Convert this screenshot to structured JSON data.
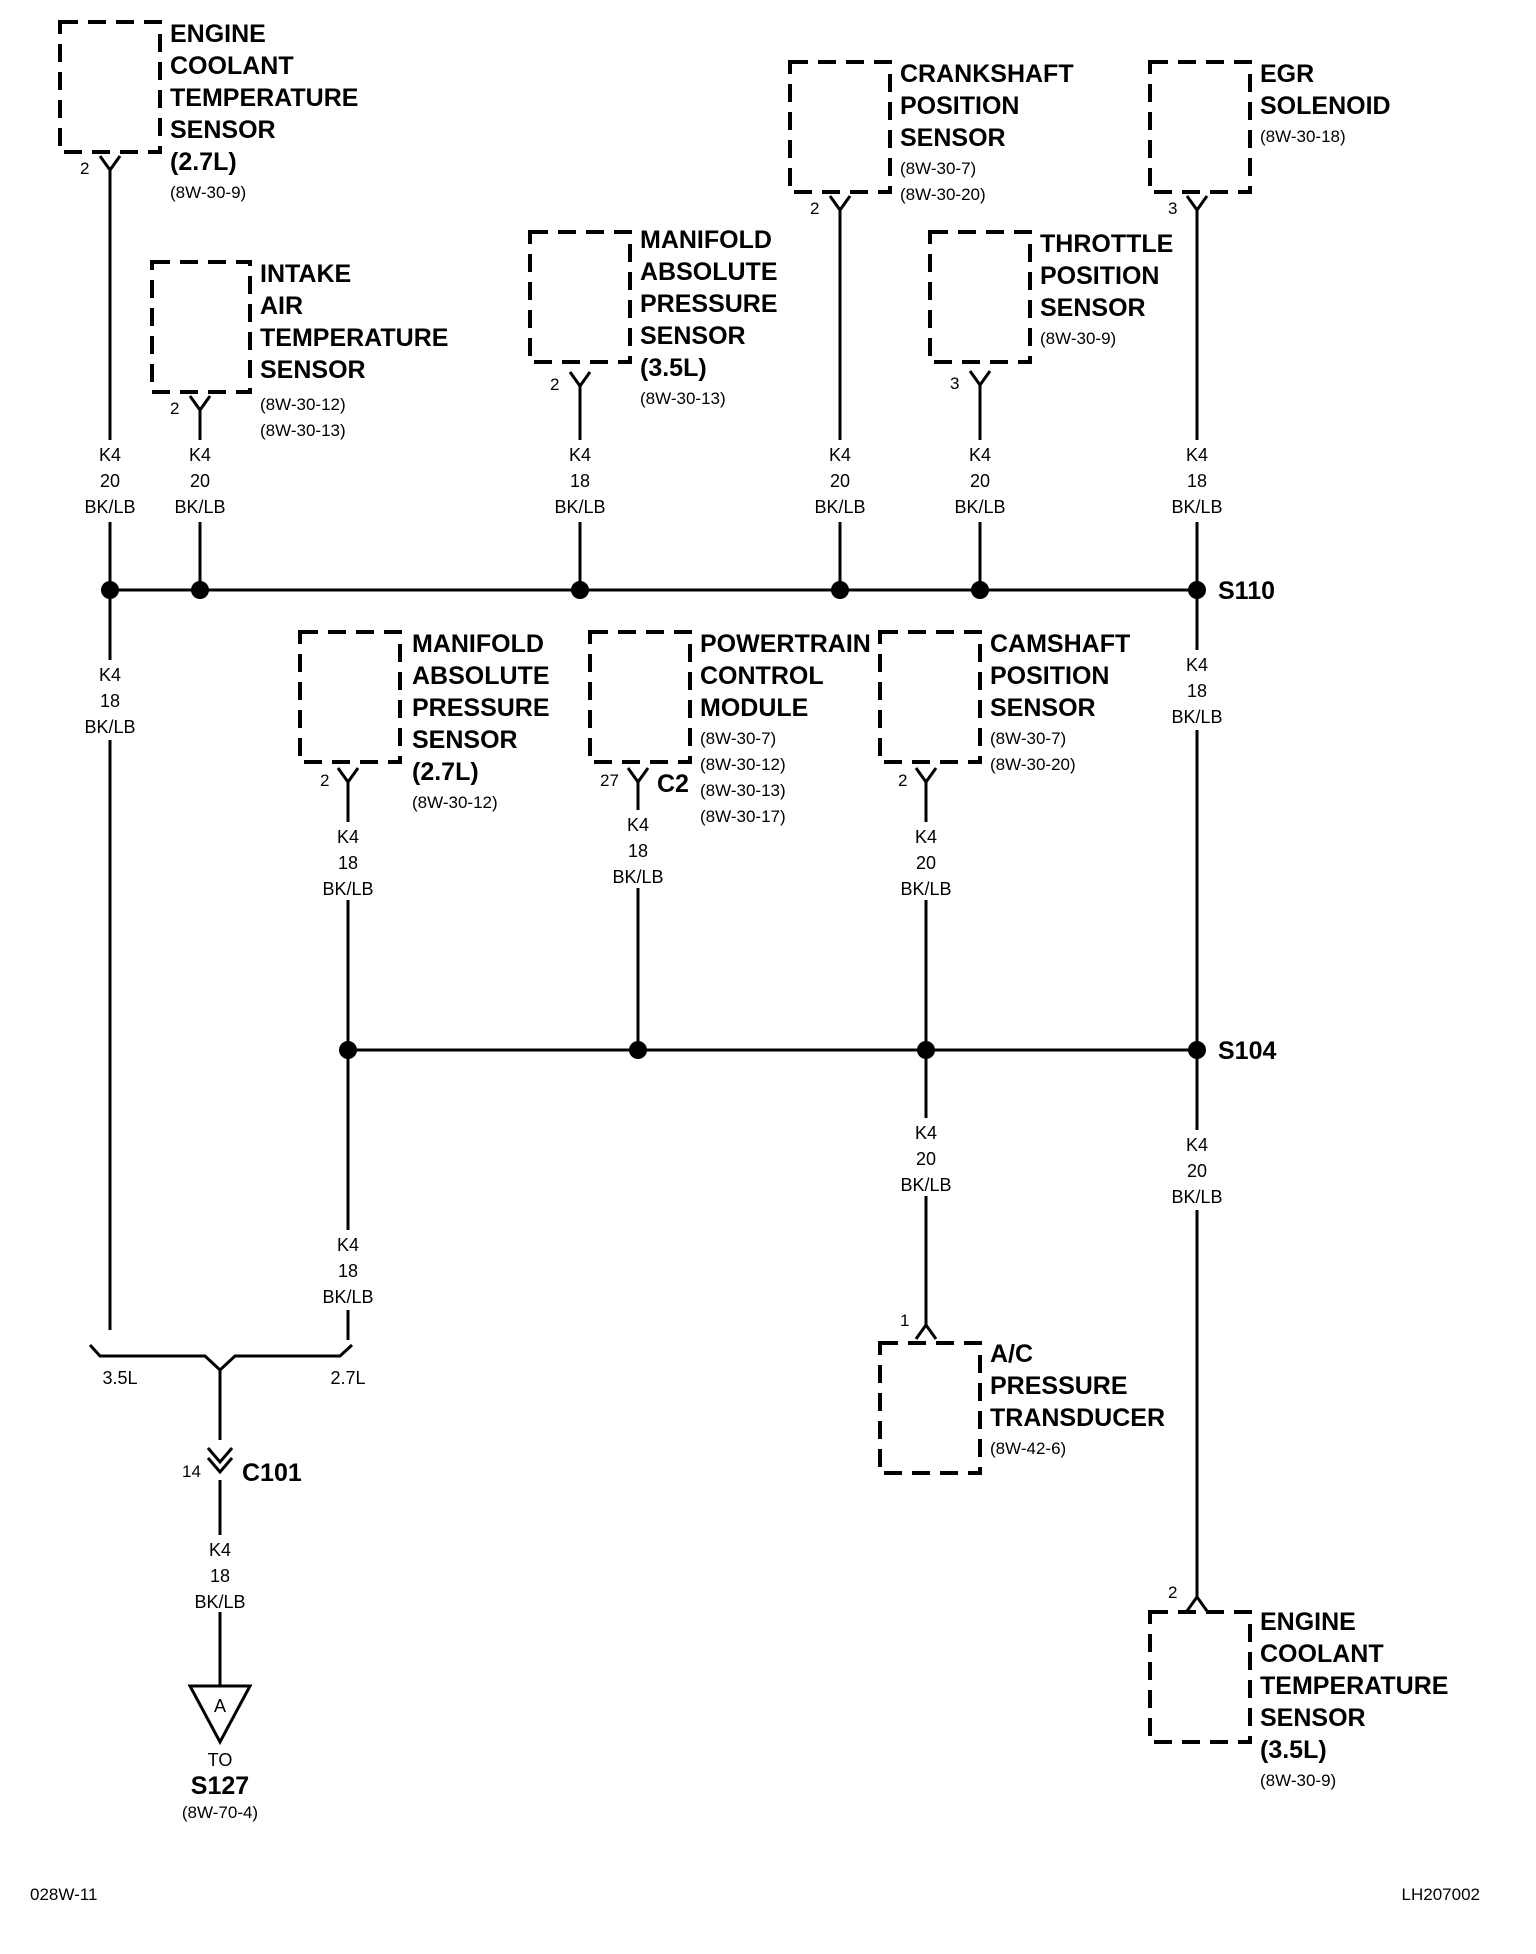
{
  "components": {
    "ect_27": {
      "title": [
        "ENGINE",
        "COOLANT",
        "TEMPERATURE",
        "SENSOR",
        "(2.7L)"
      ],
      "refs": [
        "(8W-30-9)"
      ],
      "pin": "2"
    },
    "iat": {
      "title": [
        "INTAKE",
        "AIR",
        "TEMPERATURE",
        "SENSOR"
      ],
      "refs": [
        "(8W-30-12)",
        "(8W-30-13)"
      ],
      "pin": "2"
    },
    "map_35": {
      "title": [
        "MANIFOLD",
        "ABSOLUTE",
        "PRESSURE",
        "SENSOR",
        "(3.5L)"
      ],
      "refs": [
        "(8W-30-13)"
      ],
      "pin": "2"
    },
    "ckp": {
      "title": [
        "CRANKSHAFT",
        "POSITION",
        "SENSOR"
      ],
      "refs": [
        "(8W-30-7)",
        "(8W-30-20)"
      ],
      "pin": "2"
    },
    "tps": {
      "title": [
        "THROTTLE",
        "POSITION",
        "SENSOR"
      ],
      "refs": [
        "(8W-30-9)"
      ],
      "pin": "3"
    },
    "egr": {
      "title": [
        "EGR",
        "SOLENOID"
      ],
      "refs": [
        "(8W-30-18)"
      ],
      "pin": "3"
    },
    "map_27": {
      "title": [
        "MANIFOLD",
        "ABSOLUTE",
        "PRESSURE",
        "SENSOR",
        "(2.7L)"
      ],
      "refs": [
        "(8W-30-12)"
      ],
      "pin": "2"
    },
    "pcm": {
      "title": [
        "POWERTRAIN",
        "CONTROL",
        "MODULE"
      ],
      "refs": [
        "(8W-30-7)",
        "(8W-30-12)",
        "(8W-30-13)",
        "(8W-30-17)"
      ],
      "pin": "27",
      "connector": "C2"
    },
    "cmp": {
      "title": [
        "CAMSHAFT",
        "POSITION",
        "SENSOR"
      ],
      "refs": [
        "(8W-30-7)",
        "(8W-30-20)"
      ],
      "pin": "2"
    },
    "ac": {
      "title": [
        "A/C",
        "PRESSURE",
        "TRANSDUCER"
      ],
      "refs": [
        "(8W-42-6)"
      ],
      "pin": "1"
    },
    "ect_35": {
      "title": [
        "ENGINE",
        "COOLANT",
        "TEMPERATURE",
        "SENSOR",
        "(3.5L)"
      ],
      "refs": [
        "(8W-30-9)"
      ],
      "pin": "2"
    }
  },
  "wire_labels": {
    "ect27_s110": [
      "K4",
      "20",
      "BK/LB"
    ],
    "iat_s110": [
      "K4",
      "20",
      "BK/LB"
    ],
    "map35_s110": [
      "K4",
      "18",
      "BK/LB"
    ],
    "ckp_s110": [
      "K4",
      "20",
      "BK/LB"
    ],
    "tps_s110": [
      "K4",
      "20",
      "BK/LB"
    ],
    "egr_s110": [
      "K4",
      "18",
      "BK/LB"
    ],
    "s110_left_down": [
      "K4",
      "18",
      "BK/LB"
    ],
    "s110_s104": [
      "K4",
      "18",
      "BK/LB"
    ],
    "map27_s104": [
      "K4",
      "18",
      "BK/LB"
    ],
    "pcm_s104": [
      "K4",
      "18",
      "BK/LB"
    ],
    "cmp_s104": [
      "K4",
      "20",
      "BK/LB"
    ],
    "s104_ac": [
      "K4",
      "20",
      "BK/LB"
    ],
    "s104_ect35": [
      "K4",
      "20",
      "BK/LB"
    ],
    "s104_left_down": [
      "K4",
      "18",
      "BK/LB"
    ],
    "c101_out": [
      "K4",
      "18",
      "BK/LB"
    ]
  },
  "splices": {
    "s110": "S110",
    "s104": "S104"
  },
  "connector_c101": {
    "name": "C101",
    "pin": "14"
  },
  "branch_labels": {
    "left": "3.5L",
    "right": "2.7L"
  },
  "terminal": {
    "letter": "A",
    "to_label": "TO",
    "dest": "S127",
    "ref": "(8W-70-4)"
  },
  "footer": {
    "left": "028W-11",
    "right": "LH207002"
  }
}
